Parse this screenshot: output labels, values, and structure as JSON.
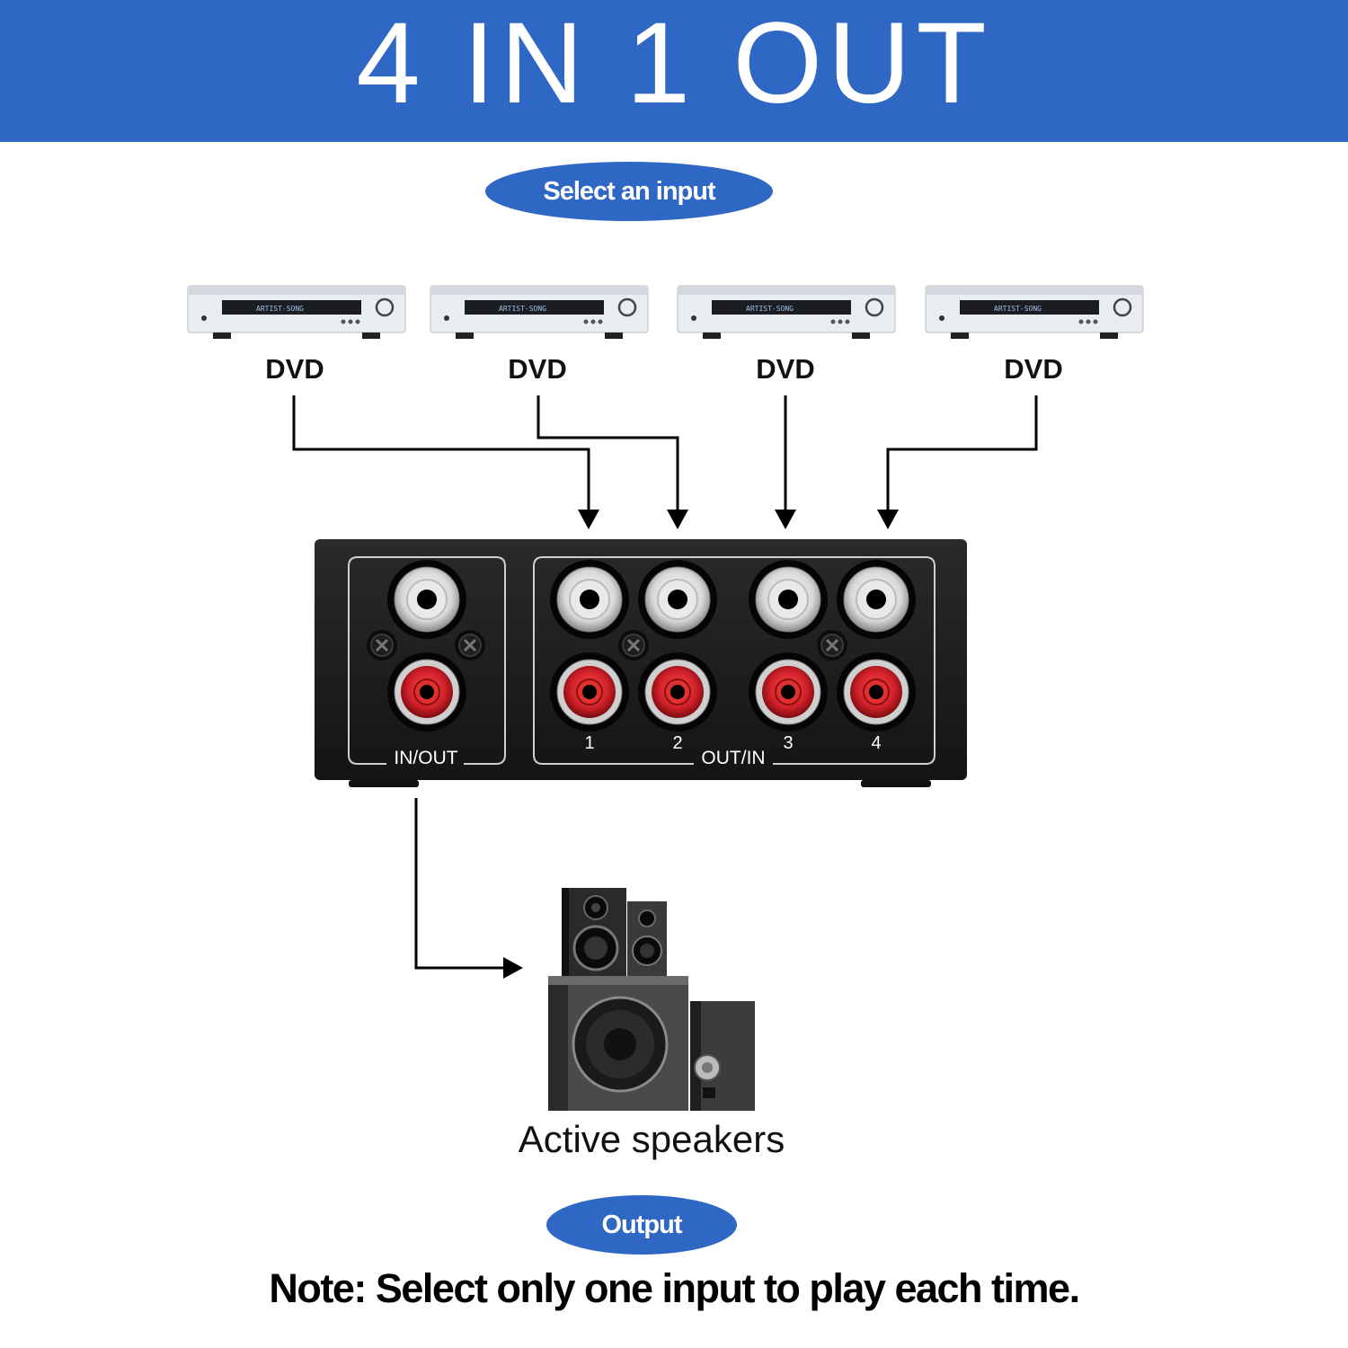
{
  "banner": {
    "title": "4 IN 1 OUT",
    "color": "#2f67c4"
  },
  "select_pill": {
    "label": "Select an input"
  },
  "sources": [
    {
      "label": "DVD",
      "screen_text": "ARTIST-SONG"
    },
    {
      "label": "DVD",
      "screen_text": "ARTIST-SONG"
    },
    {
      "label": "DVD",
      "screen_text": "ARTIST-SONG"
    },
    {
      "label": "DVD",
      "screen_text": "ARTIST-SONG"
    }
  ],
  "switch_box": {
    "left_panel_label": "IN/OUT",
    "right_panel_label": "OUT/IN",
    "port_numbers": [
      "1",
      "2",
      "3",
      "4"
    ]
  },
  "speakers": {
    "label": "Active speakers"
  },
  "output_pill": {
    "label": "Output"
  },
  "note": "Note: Select only one input to play each time.",
  "colors": {
    "accent": "#2f67c4",
    "rca_red": "#d0202a",
    "rca_white": "#f2f2f2",
    "box": "#1c1c1e"
  }
}
